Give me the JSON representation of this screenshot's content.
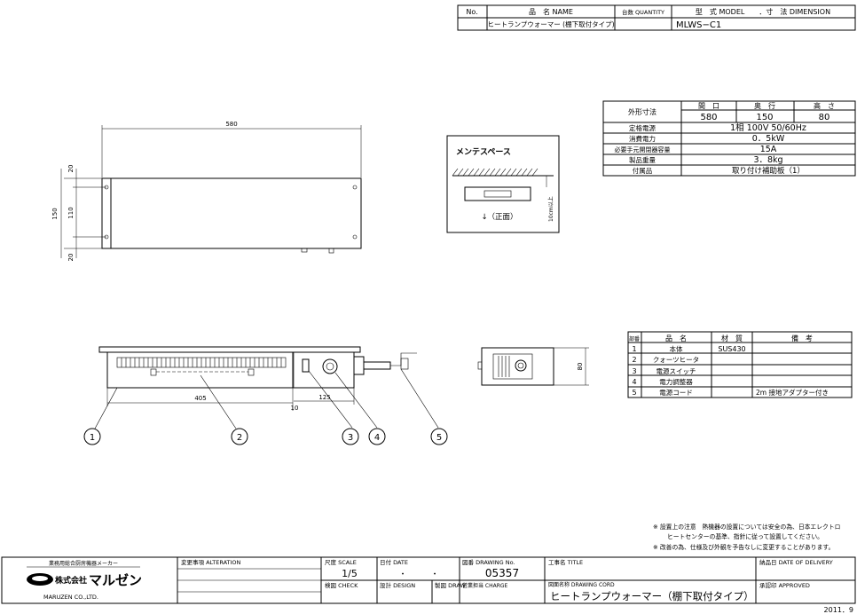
{
  "header_table": {
    "no_label": "No.",
    "name_label": "品　名 NAME",
    "quantity_label": "台数 QUANTITY",
    "model_label": "型　式 MODEL　　．寸　法 DIMENSION",
    "name_value": "ヒートランプウォーマー (棚下取付タイプ)",
    "model_value": "MLWS−C1"
  },
  "specs": {
    "outer_size_label": "外形寸法",
    "col_width": "間　口",
    "col_depth": "奥　行",
    "col_height": "高　さ",
    "width": "580",
    "depth": "150",
    "height": "80",
    "rows": [
      {
        "label": "定格電源",
        "value": "1相 100V 50/60Hz"
      },
      {
        "label": "消費電力",
        "value": "0．5kW"
      },
      {
        "label": "必要手元開閉器容量",
        "value": "15A"
      },
      {
        "label": "製品重量",
        "value": "3．8kg"
      },
      {
        "label": "付属品",
        "value": "取り付け補助板（1）"
      }
    ]
  },
  "maintenance": {
    "title": "メンテスペース",
    "front_label": "↓（正面）",
    "clearance": "10cm以上"
  },
  "dimensions": {
    "total_width": "580",
    "height_total": "150",
    "mid": "110",
    "top_offset": "20",
    "bottom_offset": "20",
    "heater_length": "405",
    "gap": "10",
    "control_width": "125",
    "side_height": "80"
  },
  "callouts": [
    "1",
    "2",
    "3",
    "4",
    "5"
  ],
  "parts_table": {
    "headers": [
      "部番",
      "品　名",
      "材　質",
      "備　考"
    ],
    "rows": [
      [
        "1",
        "本体",
        "SUS430",
        ""
      ],
      [
        "2",
        "クォーツヒータ",
        "",
        ""
      ],
      [
        "3",
        "電源スイッチ",
        "",
        ""
      ],
      [
        "4",
        "電力調整器",
        "",
        ""
      ],
      [
        "5",
        "電源コード",
        "",
        "2m 接地アダプター付き"
      ]
    ]
  },
  "notes": {
    "line1": "※ 設置上の注意　熱機器の設置については安全の為、日本エレクトロ",
    "line2": "ヒートセンターの基準、指針に従って設置してください。",
    "line3": "※ 改善の為、仕様及び外観を予告なしに変更することがあります。"
  },
  "title_block": {
    "company_tag": "業務用総合厨房機器メーカー",
    "company_prefix": "株式会社",
    "company_name": "マルゼン",
    "company_en": "MARUZEN CO.,LTD.",
    "alteration_label": "変更事項 ALTERATION",
    "scale_label": "尺度 SCALE",
    "scale_value": "1/5",
    "date_label": "日付 DATE",
    "date_value": "・　　　・",
    "drawing_no_label": "図番 DRAWING No.",
    "drawing_no": "05357",
    "title_label": "工事名 TITLE",
    "delivery_label": "納品日 DATE OF DELIVERY",
    "check_label": "検図 CHECK",
    "design_label": "設計 DESIGN",
    "draw_label": "製図 DRAW",
    "charge_label": "営業担当 CHARGE",
    "drawing_cord_label": "図面名称 DRAWING CORD",
    "drawing_name": "ヒートランプウォーマー（棚下取付タイプ）",
    "approved_label": "承認印 APPROVED",
    "year": "2011．9"
  }
}
